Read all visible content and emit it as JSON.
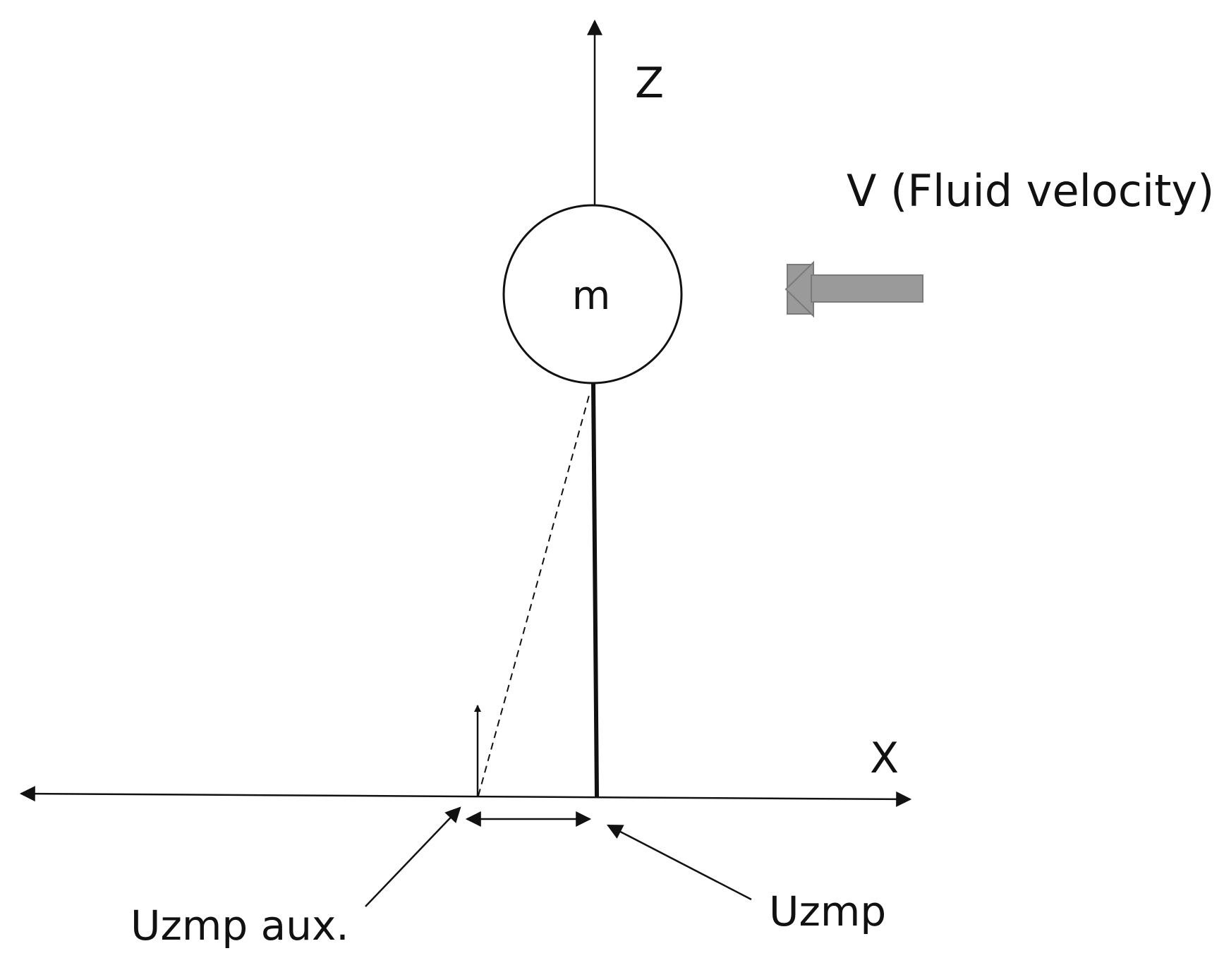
{
  "labels": {
    "z_axis": "Z",
    "x_axis": "X",
    "mass": "m",
    "fluid_velocity": "V (Fluid velocity)",
    "uzmp_aux": "Uzmp aux.",
    "uzmp": "Uzmp"
  },
  "colors": {
    "line": "#111111",
    "flow_arrow_fill": "#9a9a9a",
    "flow_arrow_stroke": "#7a7a7a",
    "background": "#ffffff"
  }
}
